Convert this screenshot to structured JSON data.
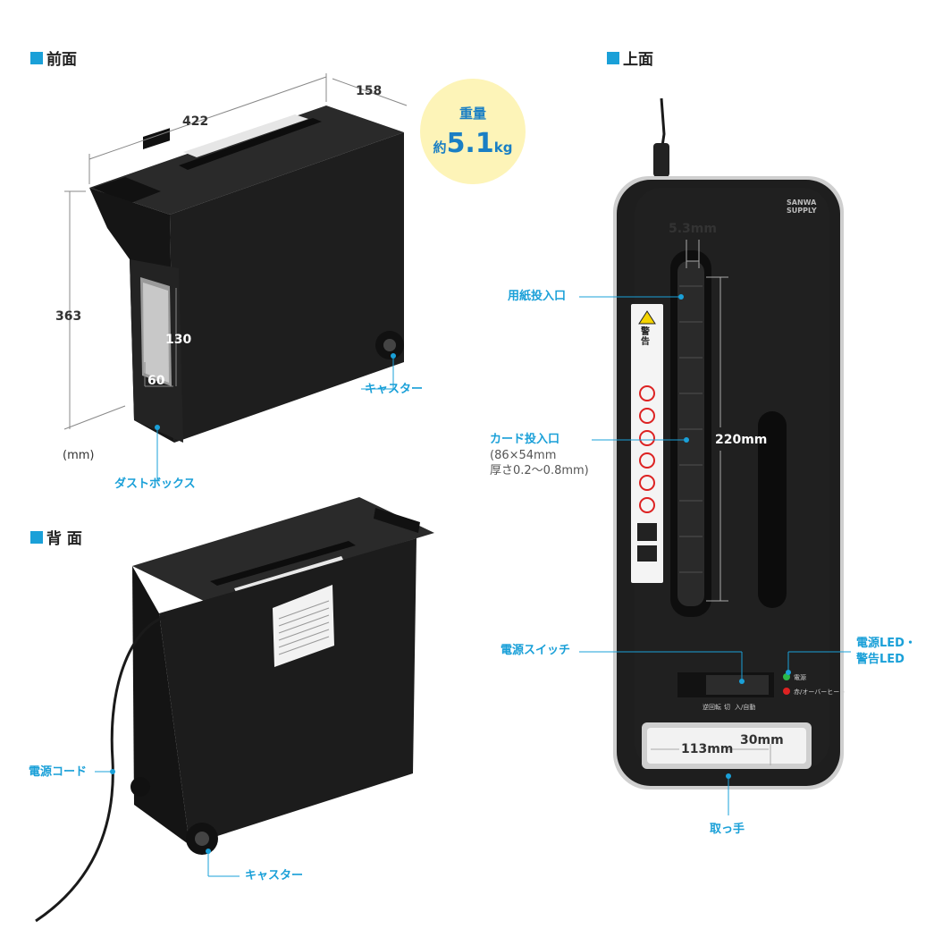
{
  "sections": {
    "front": "前面",
    "back": "背 面",
    "top": "上面"
  },
  "weight": {
    "label": "重量",
    "prefix": "約",
    "value": "5.1",
    "unit": "kg"
  },
  "front": {
    "width": "422",
    "depth": "158",
    "height": "363",
    "unit": "(mm)",
    "window_height": "130",
    "window_width": "60",
    "caster": "キャスター",
    "dustbox": "ダストボックス"
  },
  "back": {
    "cord": "電源コード",
    "caster": "キャスター"
  },
  "top": {
    "slot_width": "5.3mm",
    "paper_slot": "用紙投入口",
    "card_slot": "カード投入口",
    "card_size": "(86×54mm",
    "card_thickness": "厚さ0.2〜0.8mm)",
    "slot_length": "220mm",
    "switch": "電源スイッチ",
    "led_line1": "電源LED・",
    "led_line2": "警告LED",
    "handle_width": "113mm",
    "handle_depth": "30mm",
    "handle": "取っ手",
    "brand": "SANWA SUPPLY",
    "warning": "警告",
    "switch_reverse": "逆回転",
    "switch_off": "切",
    "switch_on": "入/自動",
    "led_power": "電源",
    "led_over": "赤/オーバーヒート"
  },
  "colors": {
    "accent": "#1aa0d8",
    "body": "#1e1e1e",
    "weight_bg": "#fdf4b8",
    "weight_text": "#1a7fc4"
  }
}
